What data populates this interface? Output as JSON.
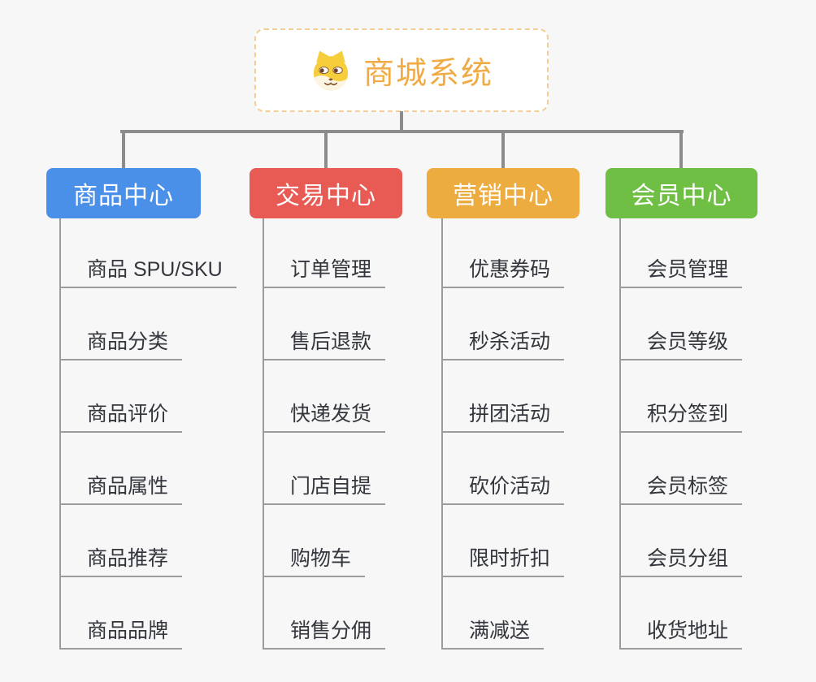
{
  "canvas": {
    "background": "#F7F7F7"
  },
  "root": {
    "label": "商城系统",
    "icon": "dog-face-icon",
    "text_color": "#F0AB44",
    "border_color": "#F2CE96"
  },
  "connector_color": "#8C8C8C",
  "line_color": "#9C9C9C",
  "branches": [
    {
      "label": "商品中心",
      "color": "#4A8FE8",
      "items": [
        "商品 SPU/SKU",
        "商品分类",
        "商品评价",
        "商品属性",
        "商品推荐",
        "商品品牌"
      ]
    },
    {
      "label": "交易中心",
      "color": "#E85A54",
      "items": [
        "订单管理",
        "售后退款",
        "快递发货",
        "门店自提",
        "购物车",
        "销售分佣"
      ]
    },
    {
      "label": "营销中心",
      "color": "#ECAC3F",
      "items": [
        "优惠券码",
        "秒杀活动",
        "拼团活动",
        "砍价活动",
        "限时折扣",
        "满减送"
      ]
    },
    {
      "label": "会员中心",
      "color": "#6FBF45",
      "items": [
        "会员管理",
        "会员等级",
        "积分签到",
        "会员标签",
        "会员分组",
        "收货地址"
      ]
    }
  ]
}
